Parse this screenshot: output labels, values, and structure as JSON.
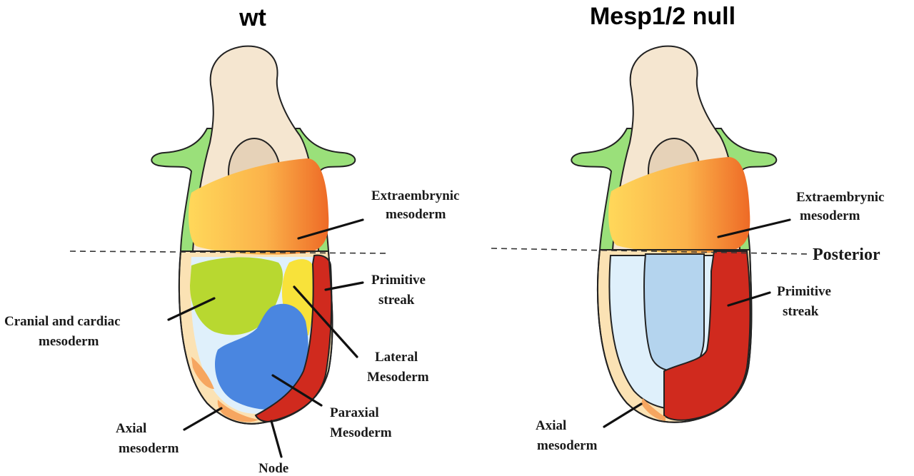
{
  "panels": {
    "wt": {
      "title": "wt",
      "labels": {
        "extraembryonic_1": "Extraembrynic",
        "extraembryonic_2": "mesoderm",
        "primitive_streak_1": "Primitive",
        "primitive_streak_2": "streak",
        "cranial_cardiac_1": "Cranial and cardiac",
        "cranial_cardiac_2": "mesoderm",
        "lateral_1": "Lateral",
        "lateral_2": "Mesoderm",
        "paraxial_1": "Paraxial",
        "paraxial_2": "Mesoderm",
        "axial_1": "Axial",
        "axial_2": "mesoderm",
        "node": "Node"
      }
    },
    "null": {
      "title": "Mesp1/2 null",
      "labels": {
        "extraembryonic_1": "Extraembrynic",
        "extraembryonic_2": "mesoderm",
        "posterior": "Posterior",
        "primitive_streak_1": "Primitive",
        "primitive_streak_2": "streak",
        "axial_1": "Axial",
        "axial_2": "mesoderm"
      }
    }
  },
  "colors": {
    "ectoderm": "#f5e6d0",
    "cavity": "#e6d2b8",
    "visceral_endoderm": "#9ae07a",
    "extraembryonic_start": "#ffd45a",
    "extraembryonic_end": "#f07a2a",
    "cranial_cardiac": "#b8d830",
    "lateral": "#f8e23a",
    "paraxial": "#4a86e0",
    "primitive_streak": "#d02a1e",
    "epiblast_light": "#dff0fb",
    "epiblast_blue": "#b4d4ee",
    "axial_orange": "#f6a660",
    "endoderm_rim": "#fbe2b4"
  }
}
